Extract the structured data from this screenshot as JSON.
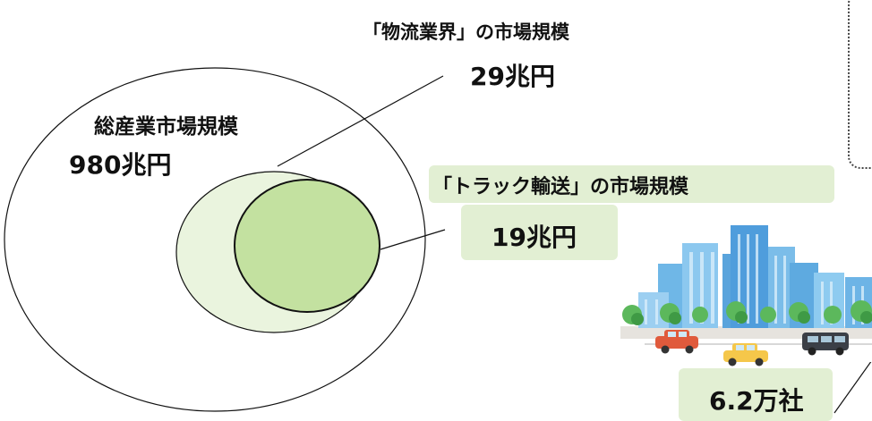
{
  "total": {
    "label": "総産業市場規模",
    "value": "980兆円"
  },
  "logistics": {
    "label": "「物流業界」の市場規模",
    "value": "29兆円"
  },
  "truck": {
    "label": "「トラック輸送」の市場規模",
    "value": "19兆円"
  },
  "companies": {
    "value": "6.2万社"
  },
  "illustration": {
    "icon": "city-buildings-with-cars-icon"
  },
  "colors": {
    "outer_fill": "#ffffff",
    "middle_fill": "#eaf4de",
    "inner_fill": "#c3e1a0",
    "label_box_fill": "#e2efd3",
    "stroke": "#111111"
  }
}
